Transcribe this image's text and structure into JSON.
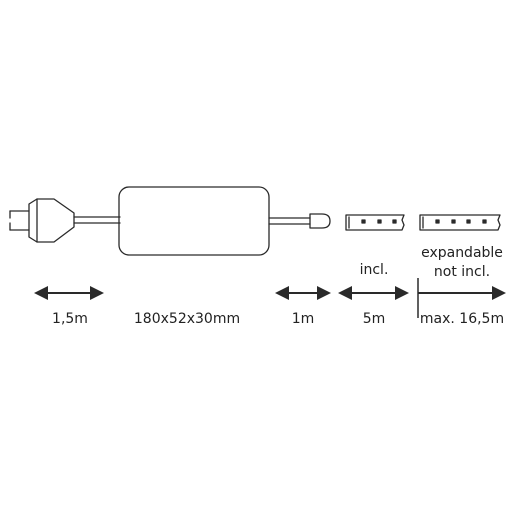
{
  "labels": {
    "plug_cable": "1,5m",
    "controller_size": "180x52x30mm",
    "connector_cable": "1m",
    "strip_included_status": "incl.",
    "strip_included_length": "5m",
    "expandable_line1": "expandable",
    "expandable_line2": "not incl.",
    "expandable_max": "max. 16,5m"
  },
  "colors": {
    "line": "#2a2a2a",
    "background": "#ffffff"
  },
  "icons": [
    "power-plug-icon",
    "controller-box-icon",
    "connector-icon",
    "led-strip-icon",
    "double-arrow-icon",
    "single-arrow-icon"
  ]
}
